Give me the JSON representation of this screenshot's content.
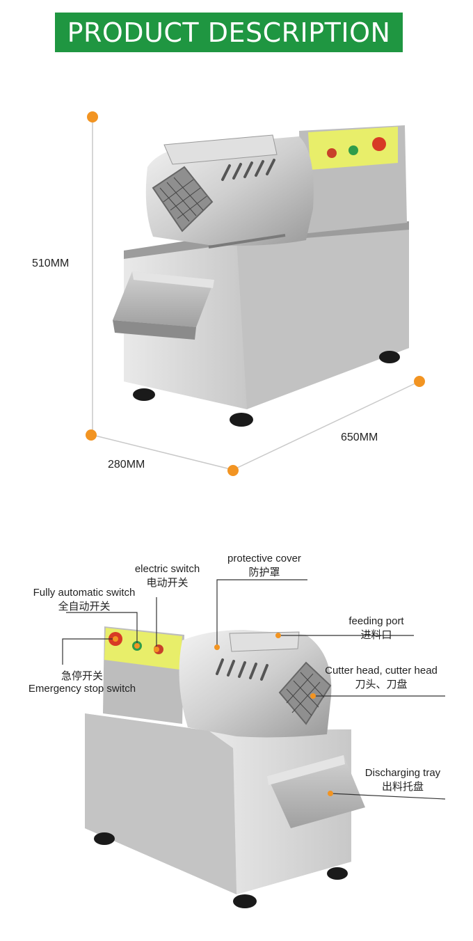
{
  "banner": {
    "title": "PRODUCT DESCRIPTION"
  },
  "dimensions": {
    "height": "510MM",
    "width": "280MM",
    "length": "650MM"
  },
  "colors": {
    "banner": "#1f9641",
    "accent_dot": "#f29422",
    "panel": "#e8ee6a"
  },
  "labels": {
    "electric_switch": {
      "en": "electric switch",
      "zh": "电动开关"
    },
    "protective_cover": {
      "en": "protective cover",
      "zh": "防护罩"
    },
    "fully_auto": {
      "en": "Fully automatic switch",
      "zh": "全自动开关"
    },
    "feeding_port": {
      "en": "feeding port",
      "zh": "进料口"
    },
    "emergency": {
      "en": "Emergency stop switch",
      "zh": "急停开关"
    },
    "cutter_head": {
      "en": "Cutter head, cutter head",
      "zh": "刀头、刀盘"
    },
    "tray": {
      "en": "Discharging tray",
      "zh": "出料托盘"
    }
  }
}
